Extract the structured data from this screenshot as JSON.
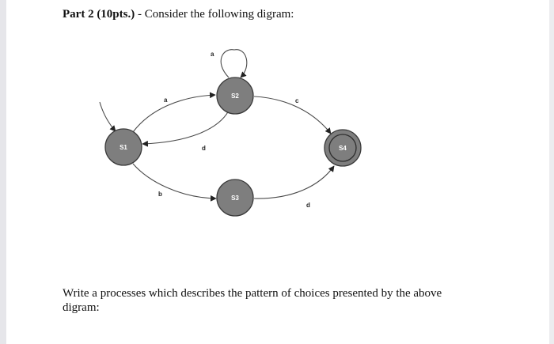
{
  "header": {
    "part": "Part 2 (10pts.)",
    "instruction": " - Consider the following digram:"
  },
  "diagram": {
    "states": [
      {
        "id": "S1",
        "label": "S1",
        "start": true,
        "final": false
      },
      {
        "id": "S2",
        "label": "S2",
        "start": false,
        "final": false
      },
      {
        "id": "S3",
        "label": "S3",
        "start": false,
        "final": false
      },
      {
        "id": "S4",
        "label": "S4",
        "start": false,
        "final": true
      }
    ],
    "transitions": [
      {
        "from": "S1",
        "to": "S2",
        "label": "a"
      },
      {
        "from": "S2",
        "to": "S2",
        "label": "a"
      },
      {
        "from": "S2",
        "to": "S1",
        "label": "d"
      },
      {
        "from": "S2",
        "to": "S4",
        "label": "c"
      },
      {
        "from": "S1",
        "to": "S3",
        "label": "b"
      },
      {
        "from": "S3",
        "to": "S4",
        "label": "d"
      }
    ],
    "colors": {
      "state_fill": "#7e7e7e",
      "state_stroke": "#3a3a3a",
      "edge": "#4a4a4a",
      "label": "#ffffff"
    }
  },
  "question": "Write a processes which describes the pattern of choices presented by the above digram:"
}
